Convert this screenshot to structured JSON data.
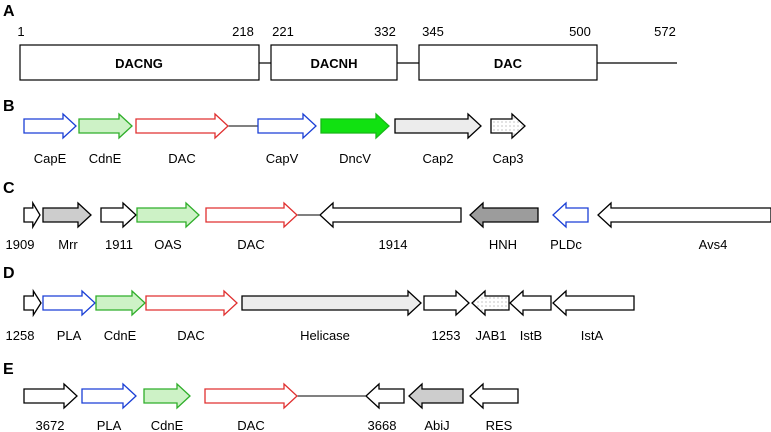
{
  "panel_a": {
    "letter": "A",
    "positions": [
      "1",
      "218",
      "221",
      "332",
      "345",
      "500",
      "572"
    ],
    "domains": [
      "DACNG",
      "DACNH",
      "DAC"
    ]
  },
  "operons": [
    {
      "letter": "B",
      "genes": [
        {
          "label": "CapE",
          "color": "blue-outline"
        },
        {
          "label": "CdnE",
          "color": "green-light"
        },
        {
          "label": "DAC",
          "color": "red-outline"
        },
        {
          "label": "CapV",
          "color": "blue-outline"
        },
        {
          "label": "DncV",
          "color": "green-bright"
        },
        {
          "label": "Cap2",
          "color": "gray-light"
        },
        {
          "label": "Cap3",
          "color": "white-dotted"
        }
      ]
    },
    {
      "letter": "C",
      "genes": [
        {
          "label": "1909",
          "color": "white"
        },
        {
          "label": "Mrr",
          "color": "gray"
        },
        {
          "label": "1911",
          "color": "white"
        },
        {
          "label": "OAS",
          "color": "green-light"
        },
        {
          "label": "DAC",
          "color": "red-outline"
        },
        {
          "label": "1914",
          "color": "white"
        },
        {
          "label": "HNH",
          "color": "gray-dark"
        },
        {
          "label": "PLDc",
          "color": "blue-outline"
        },
        {
          "label": "Avs4",
          "color": "white"
        }
      ]
    },
    {
      "letter": "D",
      "genes": [
        {
          "label": "1258",
          "color": "white"
        },
        {
          "label": "PLA",
          "color": "blue-outline"
        },
        {
          "label": "CdnE",
          "color": "green-light"
        },
        {
          "label": "DAC",
          "color": "red-outline"
        },
        {
          "label": "Helicase",
          "color": "gray-light"
        },
        {
          "label": "1253",
          "color": "white"
        },
        {
          "label": "JAB1",
          "color": "white-dotted"
        },
        {
          "label": "IstB",
          "color": "white"
        },
        {
          "label": "IstA",
          "color": "white"
        }
      ]
    },
    {
      "letter": "E",
      "genes": [
        {
          "label": "3672",
          "color": "white"
        },
        {
          "label": "PLA",
          "color": "blue-outline"
        },
        {
          "label": "CdnE",
          "color": "green-light"
        },
        {
          "label": "DAC",
          "color": "red-outline"
        },
        {
          "label": "3668",
          "color": "white"
        },
        {
          "label": "AbiJ",
          "color": "gray"
        },
        {
          "label": "RES",
          "color": "white"
        }
      ]
    }
  ]
}
